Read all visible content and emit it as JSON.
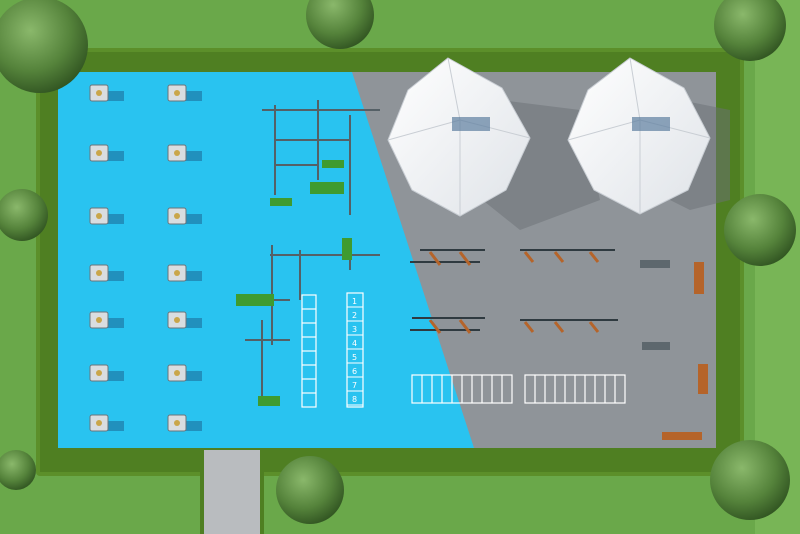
{
  "scene": {
    "colors": {
      "grass": "#6aa84a",
      "grass_light": "#7dbb57",
      "hedge": "#5c8f2a",
      "hedge_dark": "#3f6d1a",
      "blue_court": "#29c3f0",
      "gray_court": "#8f9499",
      "path": "#b9bcbf",
      "canopy": "#f7f8fa",
      "tree": "#4f7f33",
      "bench": "#b5642a",
      "equipment_green": "#3f9b2f",
      "equipment_frame": "#556066"
    },
    "ladder_numbers": [
      "1",
      "2",
      "3",
      "4",
      "5",
      "6",
      "7",
      "8"
    ]
  }
}
